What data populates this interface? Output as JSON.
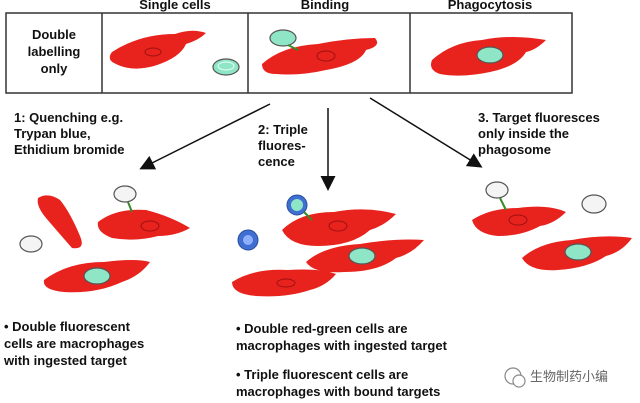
{
  "headers": {
    "single_cells": "Single cells",
    "binding": "Binding",
    "phagocytosis": "Phagocytosis"
  },
  "box": {
    "label": "Double\nlabelling\nonly"
  },
  "methods": {
    "m1": "1: Quenching e.g.\nTrypan blue,\nEthidium bromide",
    "m2": "2: Triple\nfluores-\ncence",
    "m3": "3. Target fluoresces\nonly inside the\nphagosome"
  },
  "notes": {
    "left": "• Double fluorescent\ncells are macrophages\nwith ingested target",
    "middle_1": "• Double red-green cells are\nmacrophages with ingested target",
    "middle_2": "• Triple fluorescent cells are\nmacrophages with bound targets"
  },
  "watermark": {
    "text": "生物制药小编"
  },
  "colors": {
    "cell_red": "#e8231e",
    "target_green": "#8ee6c6",
    "target_blue": "#3f6fd0",
    "target_white": "#f4f4f4",
    "outline": "#555555"
  }
}
